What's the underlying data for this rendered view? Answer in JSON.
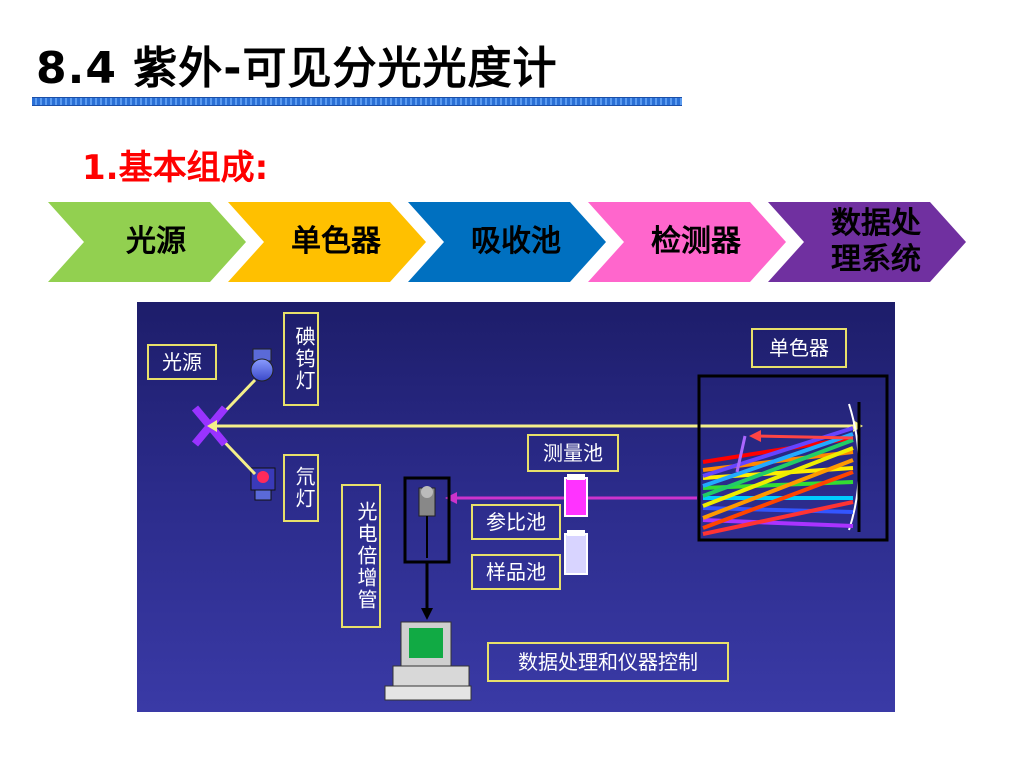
{
  "title": "8.4  紫外-可见分光光度计",
  "subtitle": "1.基本组成:",
  "flow": [
    {
      "label": "光源",
      "color": "#92d050"
    },
    {
      "label": "单色器",
      "color": "#ffc000"
    },
    {
      "label": "吸收池",
      "color": "#0070c0"
    },
    {
      "label": "检测器",
      "color": "#ff66cc"
    },
    {
      "label": "数据处理系统",
      "color": "#7030a0"
    }
  ],
  "diagram": {
    "light_source": "光源",
    "iodine_tungsten_lamp": "碘钨灯",
    "deuterium_lamp": "氘灯",
    "monochromator": "单色器",
    "measuring_cell": "测量池",
    "reference_cell": "参比池",
    "sample_cell": "样品池",
    "photomultiplier": "光电倍增管",
    "data_processing": "数据处理和仪器控制"
  }
}
